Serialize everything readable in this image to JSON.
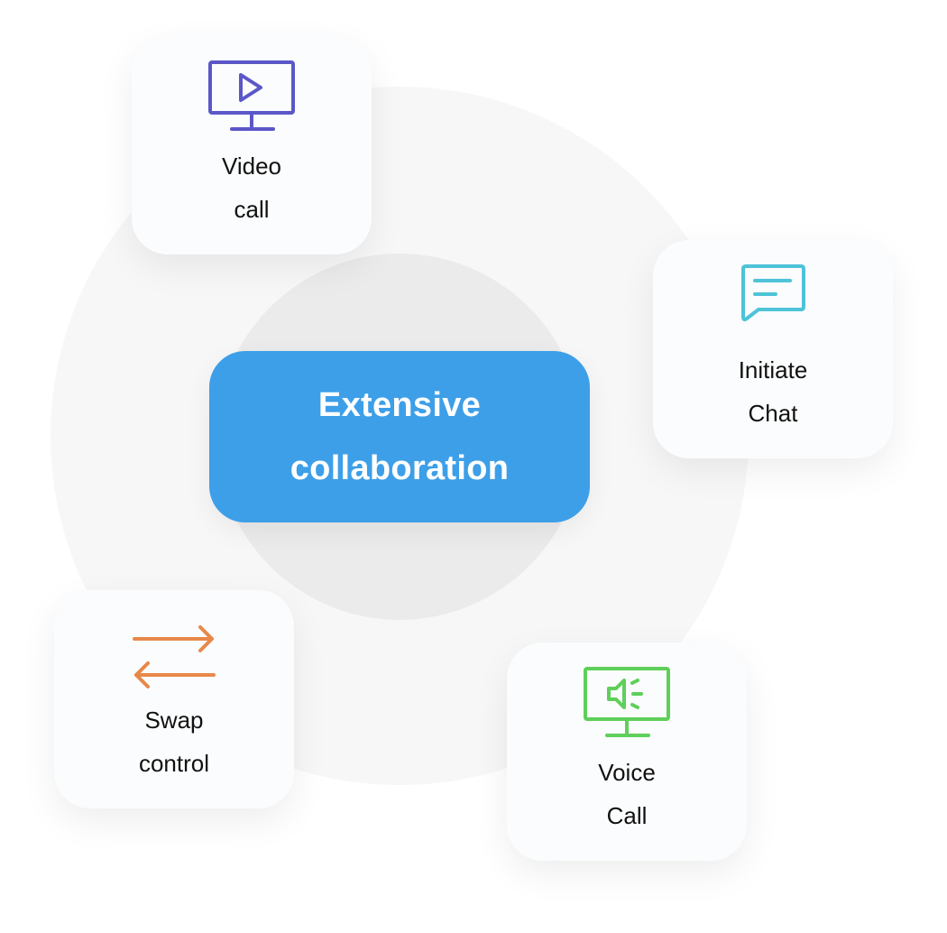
{
  "center": {
    "line1": "Extensive",
    "line2": "collaboration",
    "color": "#3d9fe8"
  },
  "features": [
    {
      "id": "video",
      "line1": "Video",
      "line2": "call",
      "icon": "video-monitor-play-icon",
      "color": "#5b57c8"
    },
    {
      "id": "chat",
      "line1": "Initiate",
      "line2": "Chat",
      "icon": "chat-bubble-icon",
      "color": "#4ec3d8"
    },
    {
      "id": "swap",
      "line1": "Swap",
      "line2": "control",
      "icon": "swap-arrows-icon",
      "color": "#e8884a"
    },
    {
      "id": "voice",
      "line1": "Voice",
      "line2": "Call",
      "icon": "voice-monitor-speaker-icon",
      "color": "#5fcf5a"
    }
  ]
}
